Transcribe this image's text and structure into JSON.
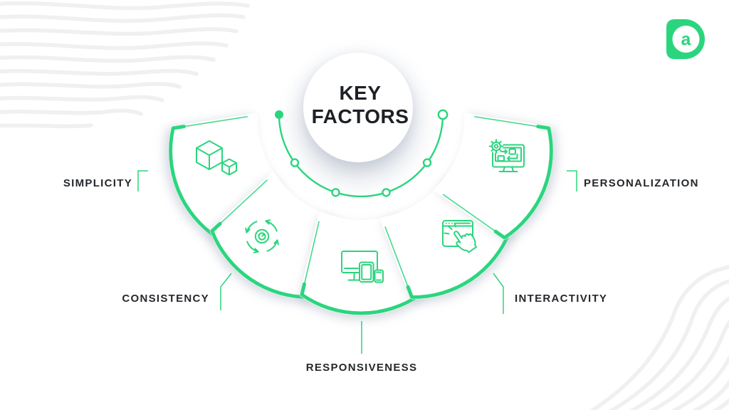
{
  "brand": {
    "logo_letter": "a",
    "logo_color": "#2BD57E"
  },
  "title": {
    "line1": "KEY",
    "line2": "FACTORS"
  },
  "factors": [
    {
      "id": "simplicity",
      "label": "SIMPLICITY",
      "icon": "cubes-icon",
      "position": "upper-left"
    },
    {
      "id": "consistency",
      "label": "CONSISTENCY",
      "icon": "cycle-arrows-icon",
      "position": "lower-left"
    },
    {
      "id": "responsiveness",
      "label": "RESPONSIVENESS",
      "icon": "responsive-devices-icon",
      "position": "bottom-center"
    },
    {
      "id": "interactivity",
      "label": "INTERACTIVITY",
      "icon": "click-hand-icon",
      "position": "lower-right"
    },
    {
      "id": "personalization",
      "label": "PERSONALIZATION",
      "icon": "settings-monitor-icon",
      "position": "upper-right"
    }
  ],
  "colors": {
    "accent_green": "#2BD57E",
    "text_dark": "#25282C",
    "wave_gray": "#F0F0F2",
    "background": "#FFFFFF"
  }
}
